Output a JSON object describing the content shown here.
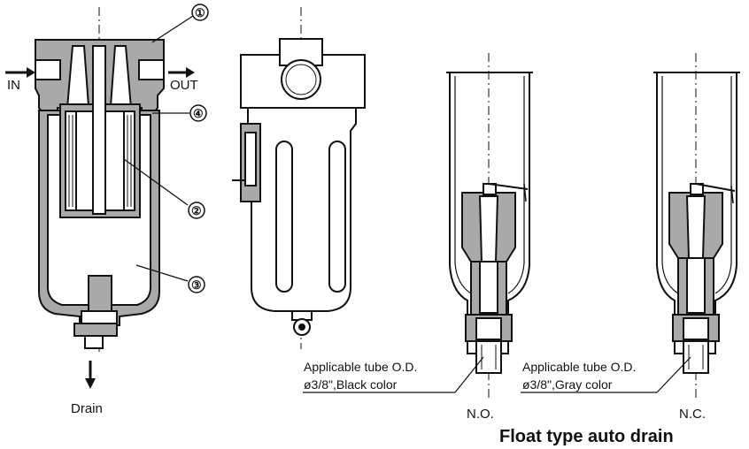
{
  "labels": {
    "in": "IN",
    "out": "OUT",
    "drain": "Drain",
    "callouts": [
      "①",
      "②",
      "③",
      "④"
    ],
    "no_tube_line1": "Applicable tube O.D.",
    "no_tube_line2": "ø3/8\",Black color",
    "nc_tube_line1": "Applicable tube O.D.",
    "nc_tube_line2": "ø3/8\",Gray color",
    "no": "N.O.",
    "nc": "N.C.",
    "title": "Float type auto drain"
  },
  "colors": {
    "line": "#111111",
    "shade": "#a9a9a9",
    "background": "#ffffff"
  }
}
